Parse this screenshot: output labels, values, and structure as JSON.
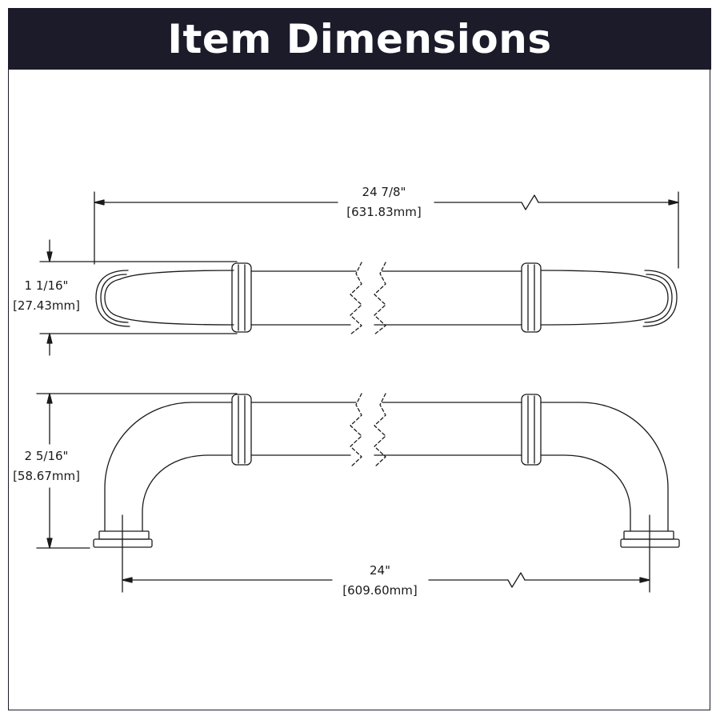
{
  "header": {
    "title": "Item Dimensions",
    "background": "#1c1b2a",
    "text_color": "#ffffff"
  },
  "dimensions": {
    "overall_length": {
      "imperial": "24 7/8\"",
      "metric": "[631.83mm]"
    },
    "depth": {
      "imperial": "1 1/16\"",
      "metric": "[27.43mm]"
    },
    "projection": {
      "imperial": "2 5/16\"",
      "metric": "[58.67mm]"
    },
    "center_to_center": {
      "imperial": "24\"",
      "metric": "[609.60mm]"
    }
  },
  "line_color": "#1a1a1a"
}
